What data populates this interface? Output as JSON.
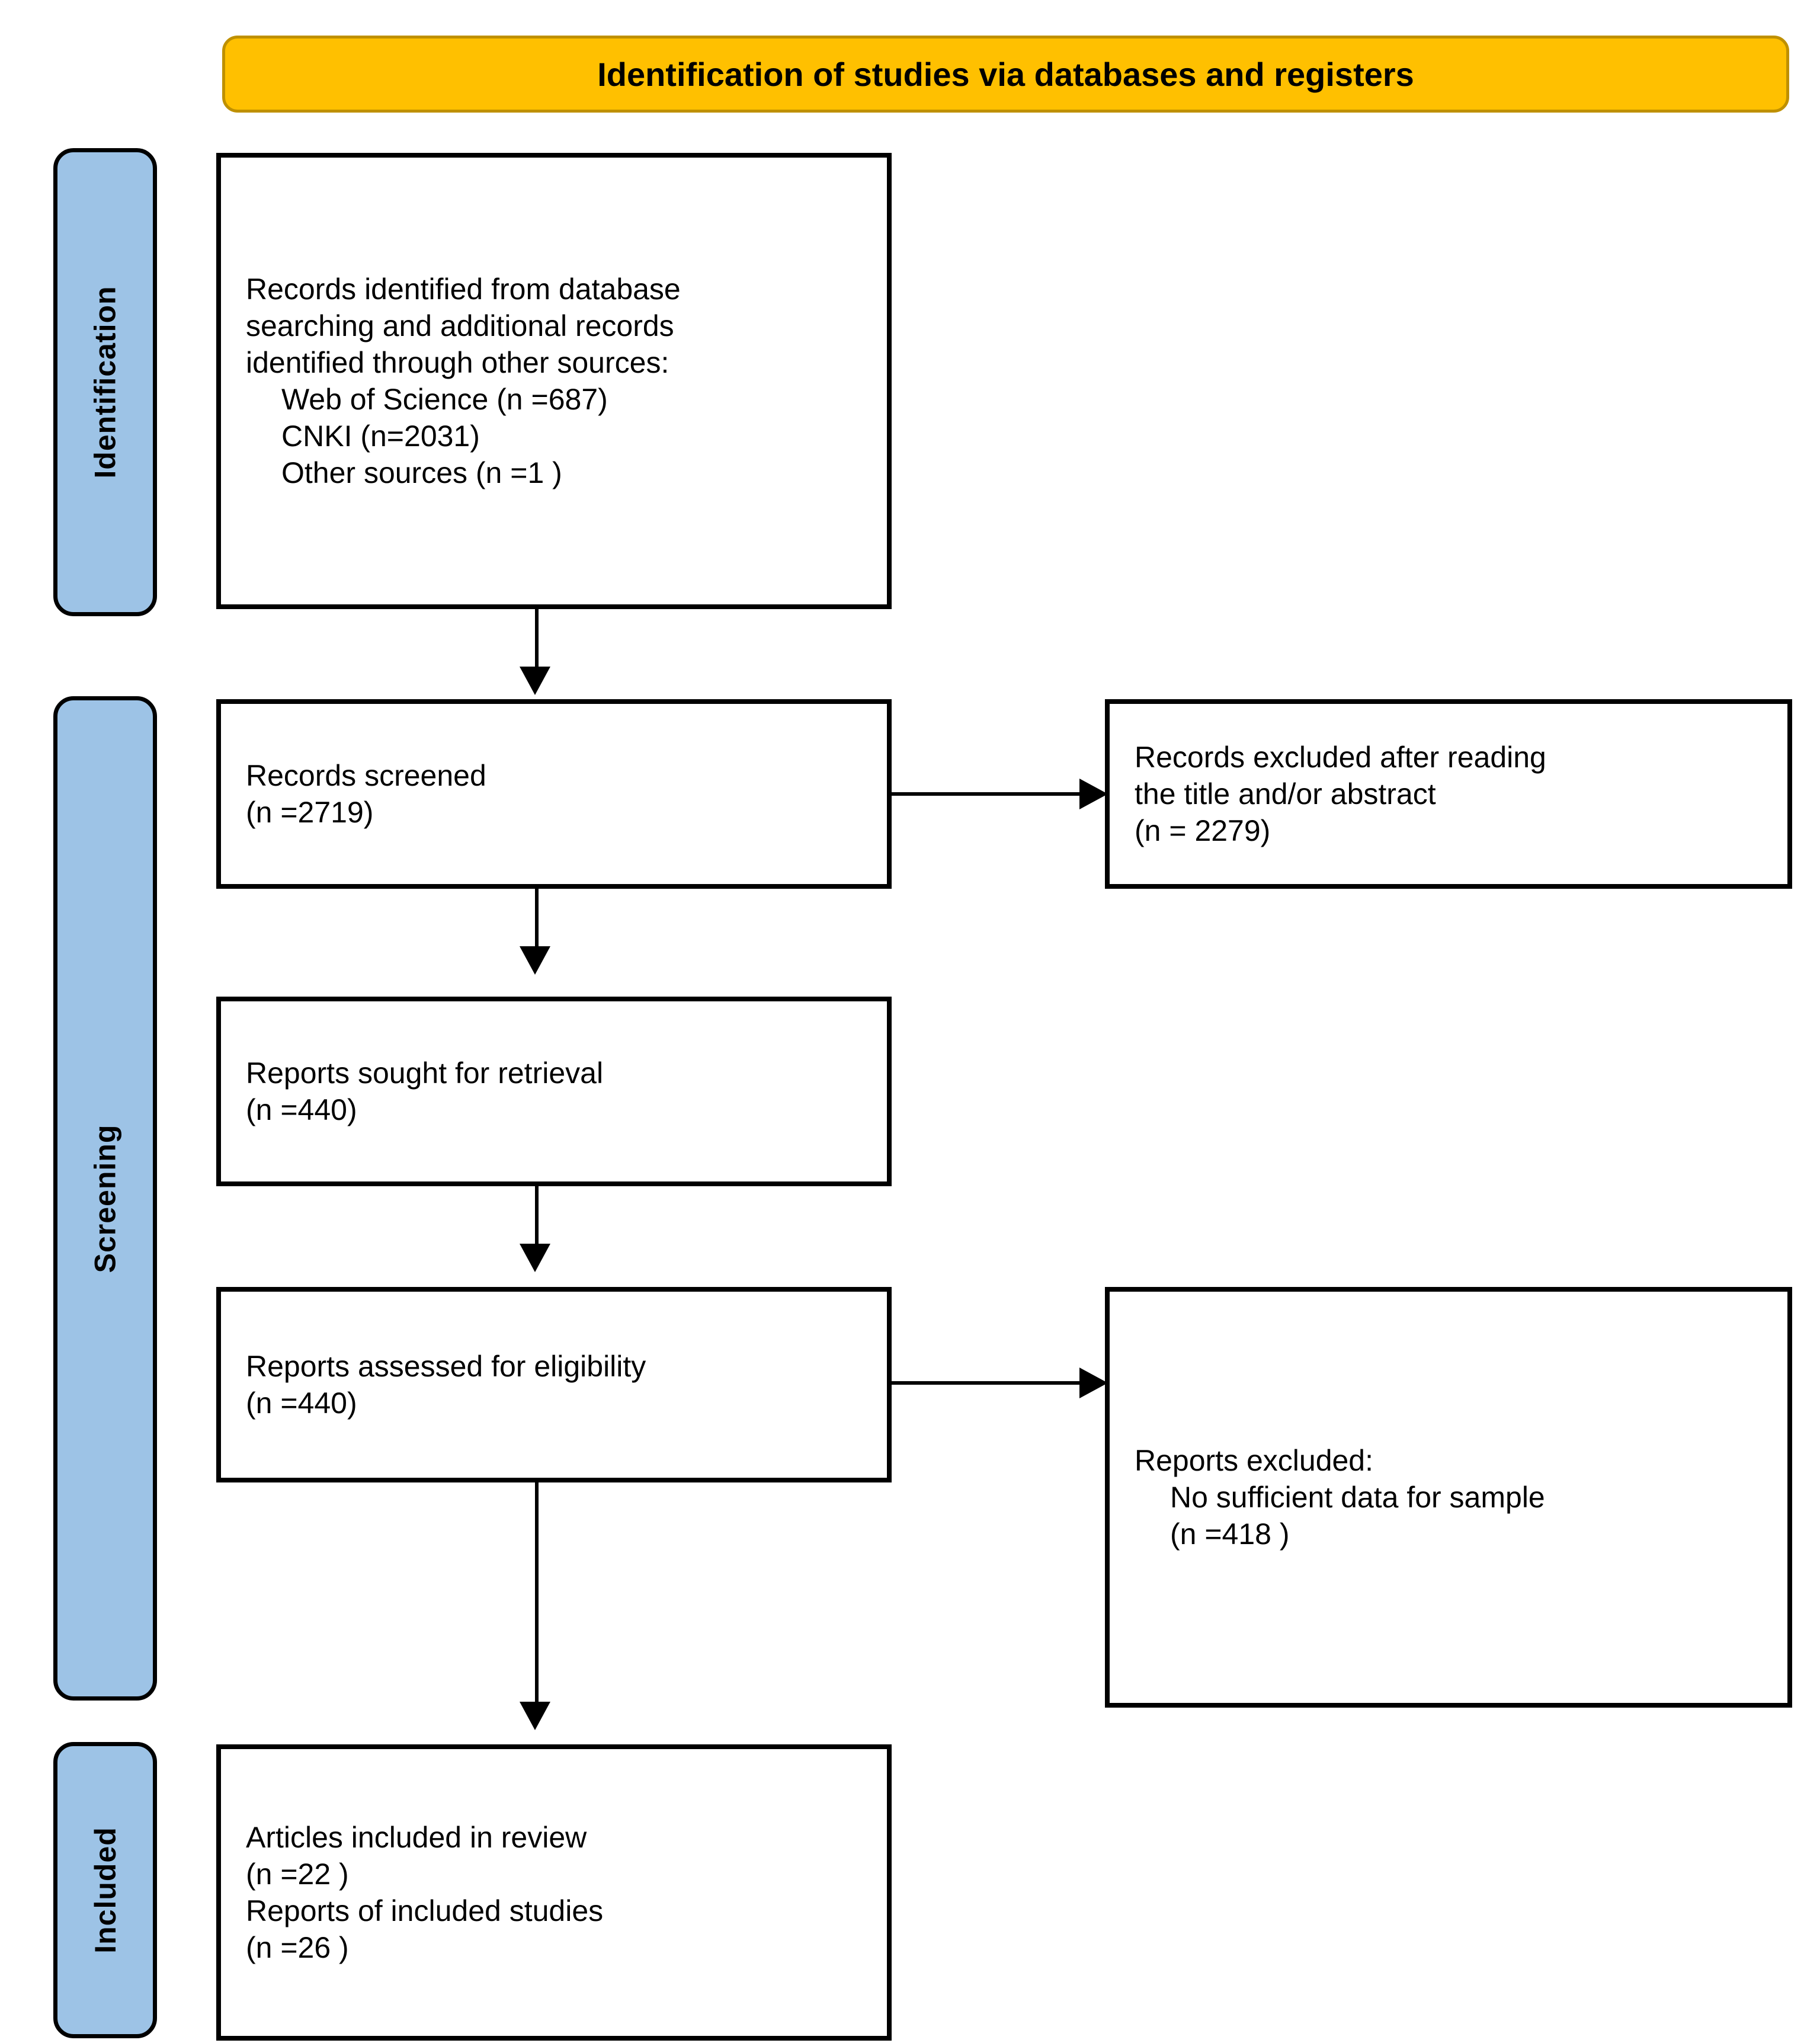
{
  "header": {
    "title": "Identification of studies via databases and registers",
    "background_color": "#FFC000",
    "border_color": "#BF9000"
  },
  "stages": [
    {
      "id": "identification",
      "label": "Identification",
      "color": "#9DC3E6"
    },
    {
      "id": "screening",
      "label": "Screening",
      "color": "#9DC3E6"
    },
    {
      "id": "included",
      "label": "Included",
      "color": "#9DC3E6"
    }
  ],
  "boxes": {
    "identified": {
      "lines": [
        {
          "text": "Records identified from database",
          "indent": false
        },
        {
          "text": "searching and additional records",
          "indent": false
        },
        {
          "text": "identified through other sources:",
          "indent": false
        },
        {
          "text": "Web of Science (n =687)",
          "indent": true
        },
        {
          "text": "CNKI (n=2031)",
          "indent": true
        },
        {
          "text": "Other sources (n =1 )",
          "indent": true
        }
      ]
    },
    "screened": {
      "lines": [
        {
          "text": "Records screened",
          "indent": false
        },
        {
          "text": "(n =2719)",
          "indent": false
        }
      ]
    },
    "excluded_title_abstract": {
      "lines": [
        {
          "text": "Records excluded after reading",
          "indent": false
        },
        {
          "text": "the title and/or abstract",
          "indent": false
        },
        {
          "text": "(n = 2279)",
          "indent": false
        }
      ]
    },
    "sought": {
      "lines": [
        {
          "text": "Reports sought for retrieval",
          "indent": false
        },
        {
          "text": "(n =440)",
          "indent": false
        }
      ]
    },
    "assessed": {
      "lines": [
        {
          "text": "Reports assessed for eligibility",
          "indent": false
        },
        {
          "text": "(n =440)",
          "indent": false
        }
      ]
    },
    "reports_excluded": {
      "lines": [
        {
          "text": "Reports excluded:",
          "indent": false
        },
        {
          "text": "No sufficient data for sample",
          "indent": true
        },
        {
          "text": "(n =418 )",
          "indent": true
        }
      ]
    },
    "included": {
      "lines": [
        {
          "text": "Articles included in review",
          "indent": false
        },
        {
          "text": "(n =22 )",
          "indent": false
        },
        {
          "text": "Reports of included studies",
          "indent": false
        },
        {
          "text": "(n =26 )",
          "indent": false
        }
      ]
    }
  },
  "chart_data": {
    "type": "diagram",
    "title": "Identification of studies via databases and registers",
    "nodes": [
      {
        "id": "identified",
        "stage": "Identification",
        "label": "Records identified from database searching and additional records identified through other sources",
        "counts": {
          "Web of Science": 687,
          "CNKI": 2031,
          "Other sources": 1
        }
      },
      {
        "id": "screened",
        "stage": "Screening",
        "label": "Records screened",
        "n": 2719
      },
      {
        "id": "excluded_title_abstract",
        "stage": "Screening",
        "label": "Records excluded after reading the title and/or abstract",
        "n": 2279
      },
      {
        "id": "sought",
        "stage": "Screening",
        "label": "Reports sought for retrieval",
        "n": 440
      },
      {
        "id": "assessed",
        "stage": "Screening",
        "label": "Reports assessed for eligibility",
        "n": 440
      },
      {
        "id": "reports_excluded",
        "stage": "Screening",
        "label": "Reports excluded: No sufficient data for sample",
        "n": 418
      },
      {
        "id": "included_articles",
        "stage": "Included",
        "label": "Articles included in review",
        "n": 22
      },
      {
        "id": "included_reports",
        "stage": "Included",
        "label": "Reports of included studies",
        "n": 26
      }
    ],
    "edges": [
      {
        "from": "identified",
        "to": "screened",
        "direction": "down"
      },
      {
        "from": "screened",
        "to": "excluded_title_abstract",
        "direction": "right"
      },
      {
        "from": "screened",
        "to": "sought",
        "direction": "down"
      },
      {
        "from": "sought",
        "to": "assessed",
        "direction": "down"
      },
      {
        "from": "assessed",
        "to": "reports_excluded",
        "direction": "right"
      },
      {
        "from": "assessed",
        "to": "included_articles",
        "direction": "down"
      }
    ]
  }
}
